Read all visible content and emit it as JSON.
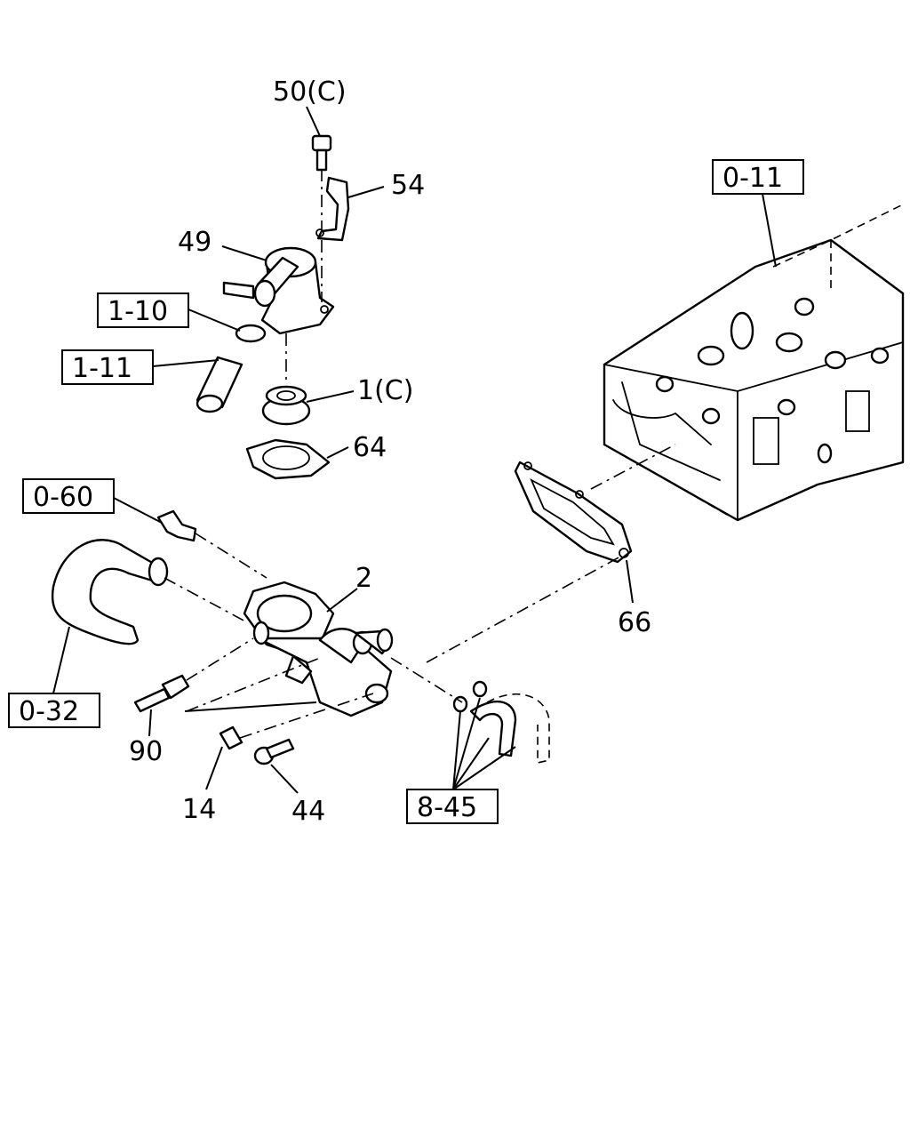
{
  "callouts": {
    "c50": "50(C)",
    "c54": "54",
    "c49": "49",
    "c1": "1(C)",
    "c64": "64",
    "c2": "2",
    "c66": "66",
    "c90": "90",
    "c14": "14",
    "c44": "44"
  },
  "refs": {
    "r0_11": "0-11",
    "r1_10": "1-10",
    "r1_11": "1-11",
    "r0_60": "0-60",
    "r0_32": "0-32",
    "r8_45": "8-45"
  }
}
